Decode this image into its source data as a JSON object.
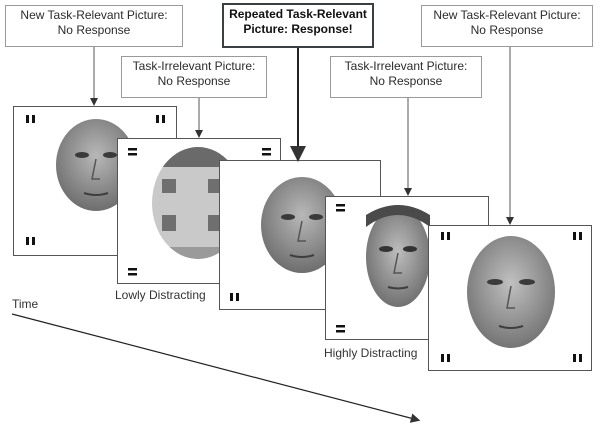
{
  "labels": {
    "new_relevant_1": [
      "New Task-Relevant Picture:",
      "No Response"
    ],
    "irrelevant_1": [
      "Task-Irrelevant Picture:",
      "No Response"
    ],
    "repeated": [
      "Repeated Task-Relevant",
      "Picture: Response!"
    ],
    "irrelevant_2": [
      "Task-Irrelevant Picture:",
      "No Response"
    ],
    "new_relevant_2": [
      "New Task-Relevant Picture:",
      "No Response"
    ]
  },
  "captions": {
    "lowly": "Lowly Distracting",
    "highly": "Highly Distracting",
    "time": "Time"
  },
  "stimuli": [
    {
      "id": "frame-1",
      "content": "face",
      "marker": "||"
    },
    {
      "id": "frame-2",
      "content": "house",
      "marker": "="
    },
    {
      "id": "frame-3",
      "content": "face",
      "marker": "||"
    },
    {
      "id": "frame-4",
      "content": "face",
      "marker": "="
    },
    {
      "id": "frame-5",
      "content": "face",
      "marker": "||"
    }
  ]
}
